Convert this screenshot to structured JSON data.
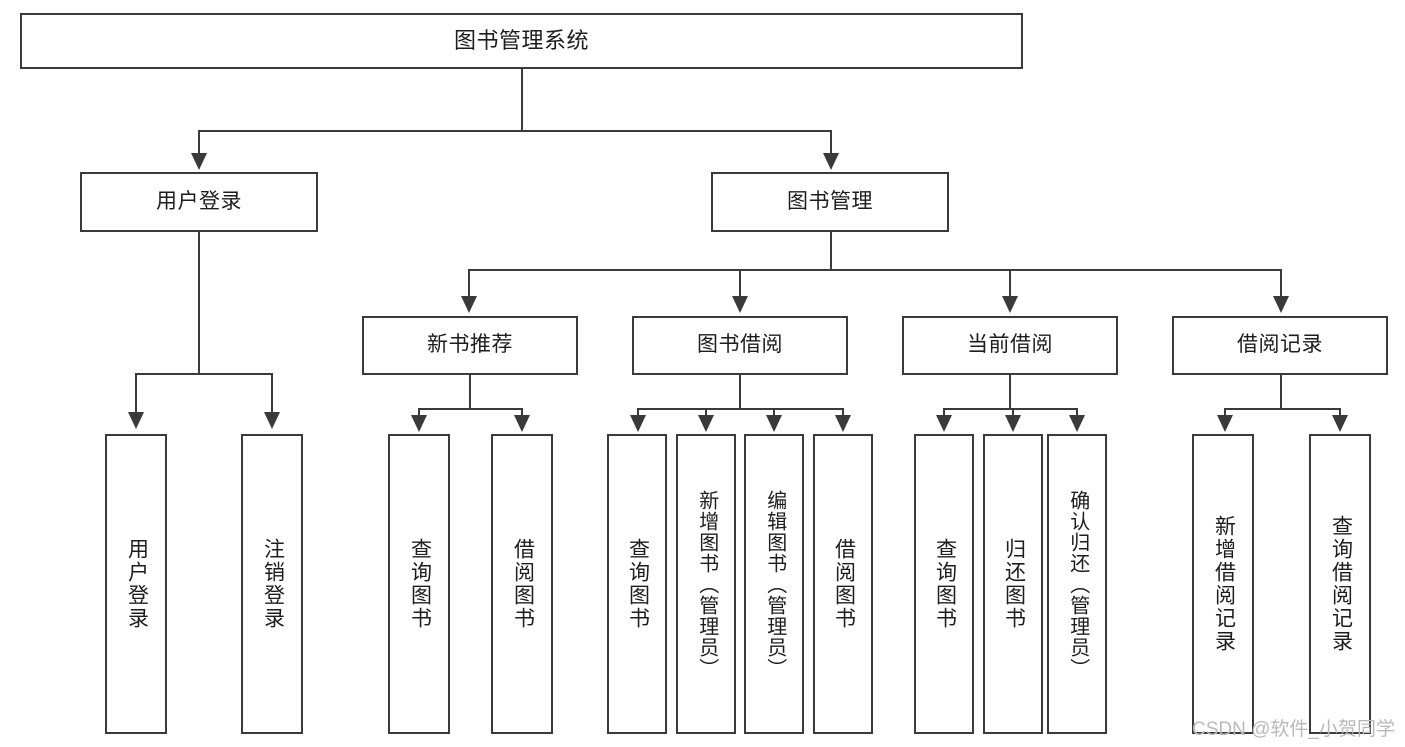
{
  "diagram": {
    "title": "图书管理系统",
    "type": "hierarchy-tree",
    "root": {
      "id": "root",
      "label": "图书管理系统"
    },
    "level2": [
      {
        "id": "user-login",
        "label": "用户登录"
      },
      {
        "id": "book-management",
        "label": "图书管理"
      }
    ],
    "level3": [
      {
        "id": "new-book-recommend",
        "label": "新书推荐",
        "parent": "book-management"
      },
      {
        "id": "book-borrow",
        "label": "图书借阅",
        "parent": "book-management"
      },
      {
        "id": "current-borrow",
        "label": "当前借阅",
        "parent": "book-management"
      },
      {
        "id": "borrow-record",
        "label": "借阅记录",
        "parent": "book-management"
      }
    ],
    "leaves": [
      {
        "id": "leaf-user-login",
        "label": "用户登录",
        "parent": "user-login"
      },
      {
        "id": "leaf-logout-login",
        "label": "注销登录",
        "parent": "user-login"
      },
      {
        "id": "leaf-query-book-1",
        "label": "查询图书",
        "parent": "new-book-recommend"
      },
      {
        "id": "leaf-borrow-book-1",
        "label": "借阅图书",
        "parent": "new-book-recommend"
      },
      {
        "id": "leaf-query-book-2",
        "label": "查询图书",
        "parent": "book-borrow"
      },
      {
        "id": "leaf-add-book",
        "label": "新增图书（管理员）",
        "parent": "book-borrow"
      },
      {
        "id": "leaf-edit-book",
        "label": "编辑图书（管理员）",
        "parent": "book-borrow"
      },
      {
        "id": "leaf-borrow-book-2",
        "label": "借阅图书",
        "parent": "book-borrow"
      },
      {
        "id": "leaf-query-book-3",
        "label": "查询图书",
        "parent": "current-borrow"
      },
      {
        "id": "leaf-return-book",
        "label": "归还图书",
        "parent": "current-borrow"
      },
      {
        "id": "leaf-confirm-return",
        "label": "确认归还（管理员）",
        "parent": "current-borrow"
      },
      {
        "id": "leaf-add-record",
        "label": "新增借阅记录",
        "parent": "borrow-record"
      },
      {
        "id": "leaf-query-record",
        "label": "查询借阅记录",
        "parent": "borrow-record"
      }
    ]
  },
  "watermark": {
    "text": "CSDN @软件_小贺同学"
  },
  "colors": {
    "stroke": "#3a3a3a",
    "background": "#ffffff",
    "text": "#1d1d1d",
    "watermark": "#b9b9b9"
  }
}
